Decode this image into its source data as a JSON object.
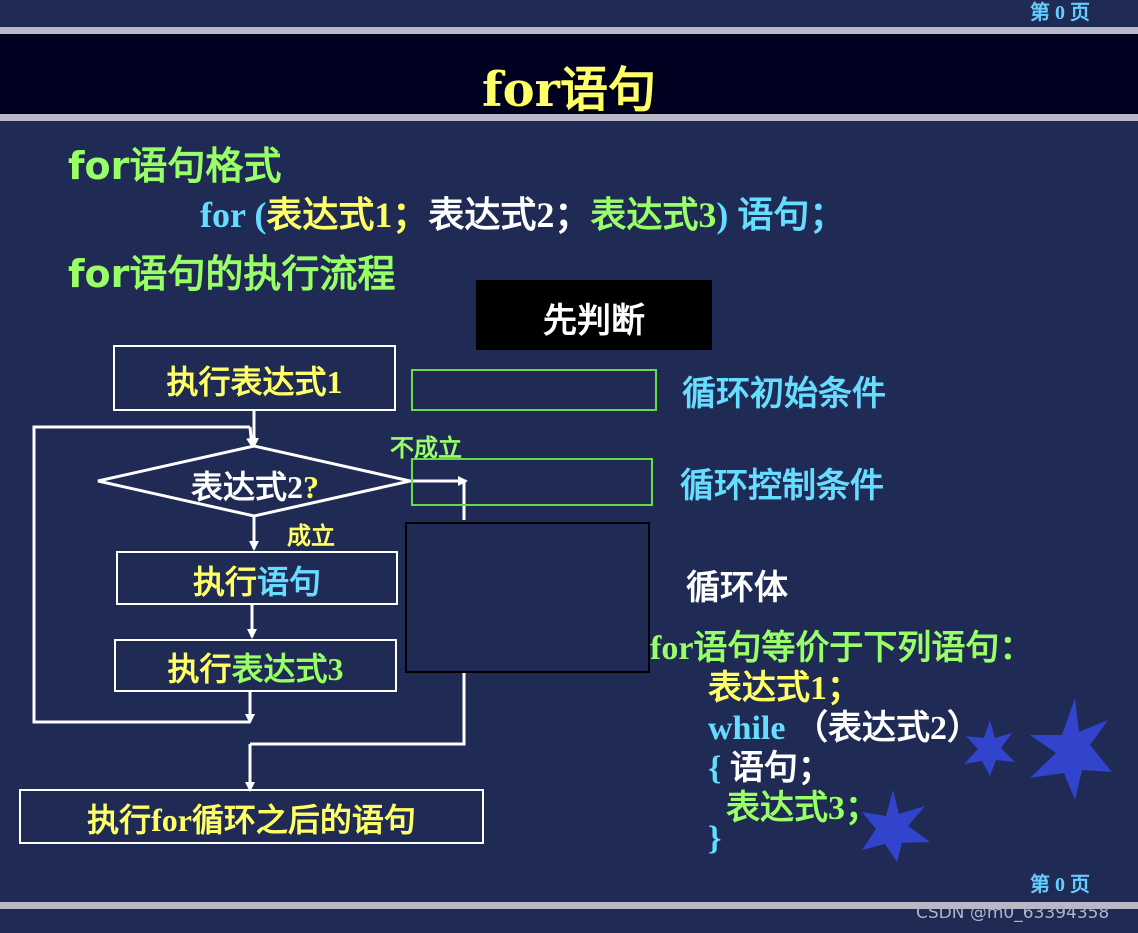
{
  "page_label": "第 0 页",
  "title": "for语句",
  "heading_format": "for语句格式",
  "format_line": {
    "for_open": "for (",
    "expr1": "表达式1",
    "sep1": "；",
    "expr2": "表达式2",
    "sep2": "；",
    "expr3": "表达式3",
    "close": ") 语句；"
  },
  "heading_flow": "for语句的执行流程",
  "check_first": "先判断",
  "flow": {
    "exec_expr1": "执行表达式1",
    "cond": "表达式2",
    "cond_q": "?",
    "not_true": "不成立",
    "true": "成立",
    "exec_prefix": "执行",
    "stmt": "语句",
    "expr3": "表达式3",
    "after": "执行for循环之后的语句"
  },
  "labels": {
    "init": "循环初始条件",
    "control": "循环控制条件",
    "body": "循环体"
  },
  "equiv": {
    "heading": "for语句等价于下列语句：",
    "line1": "表达式1；",
    "while_kw": "while",
    "while_cond": "（表达式2）",
    "brace_open": "{",
    "stmt": "语句；",
    "expr3": "表达式3；",
    "brace_close": "}"
  },
  "watermark": "CSDN @m0_63394358",
  "colors": {
    "background": "#1f2a55",
    "title_bar": "#000020",
    "green": "#99ff66",
    "yellow": "#ffff66",
    "cyan": "#66ddff",
    "star": "#3344cc"
  }
}
